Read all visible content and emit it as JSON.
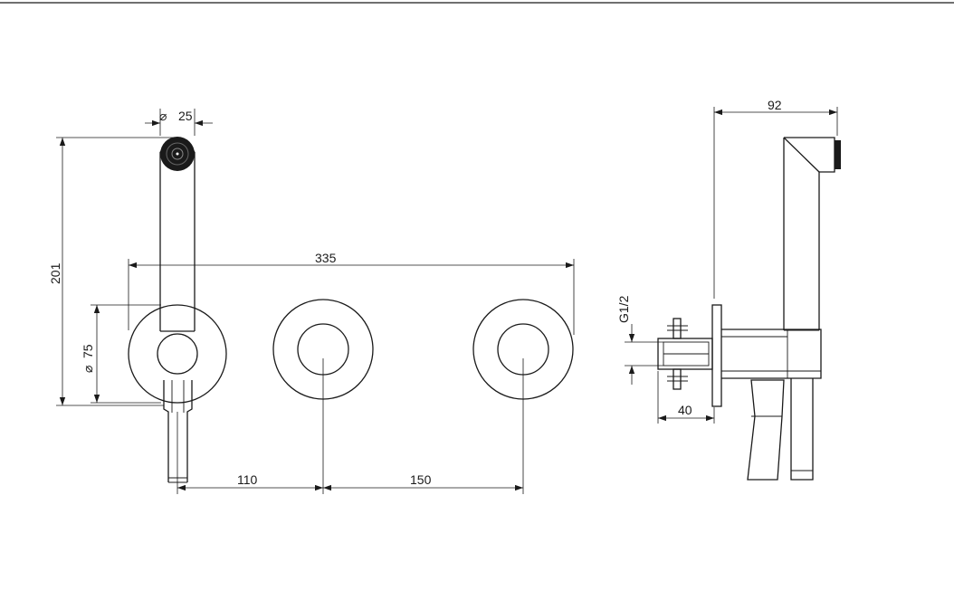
{
  "dimensions": {
    "handshower_diameter": "25",
    "overall_height": "201",
    "rosette_diameter": "75",
    "overall_width": "335",
    "spacing_left": "110",
    "spacing_right": "150",
    "side_depth": "92",
    "thread": "G1/2",
    "wall_depth": "40"
  },
  "symbols": {
    "diameter": "⌀"
  },
  "colors": {
    "line": "#1a1a1a",
    "background": "#ffffff"
  }
}
